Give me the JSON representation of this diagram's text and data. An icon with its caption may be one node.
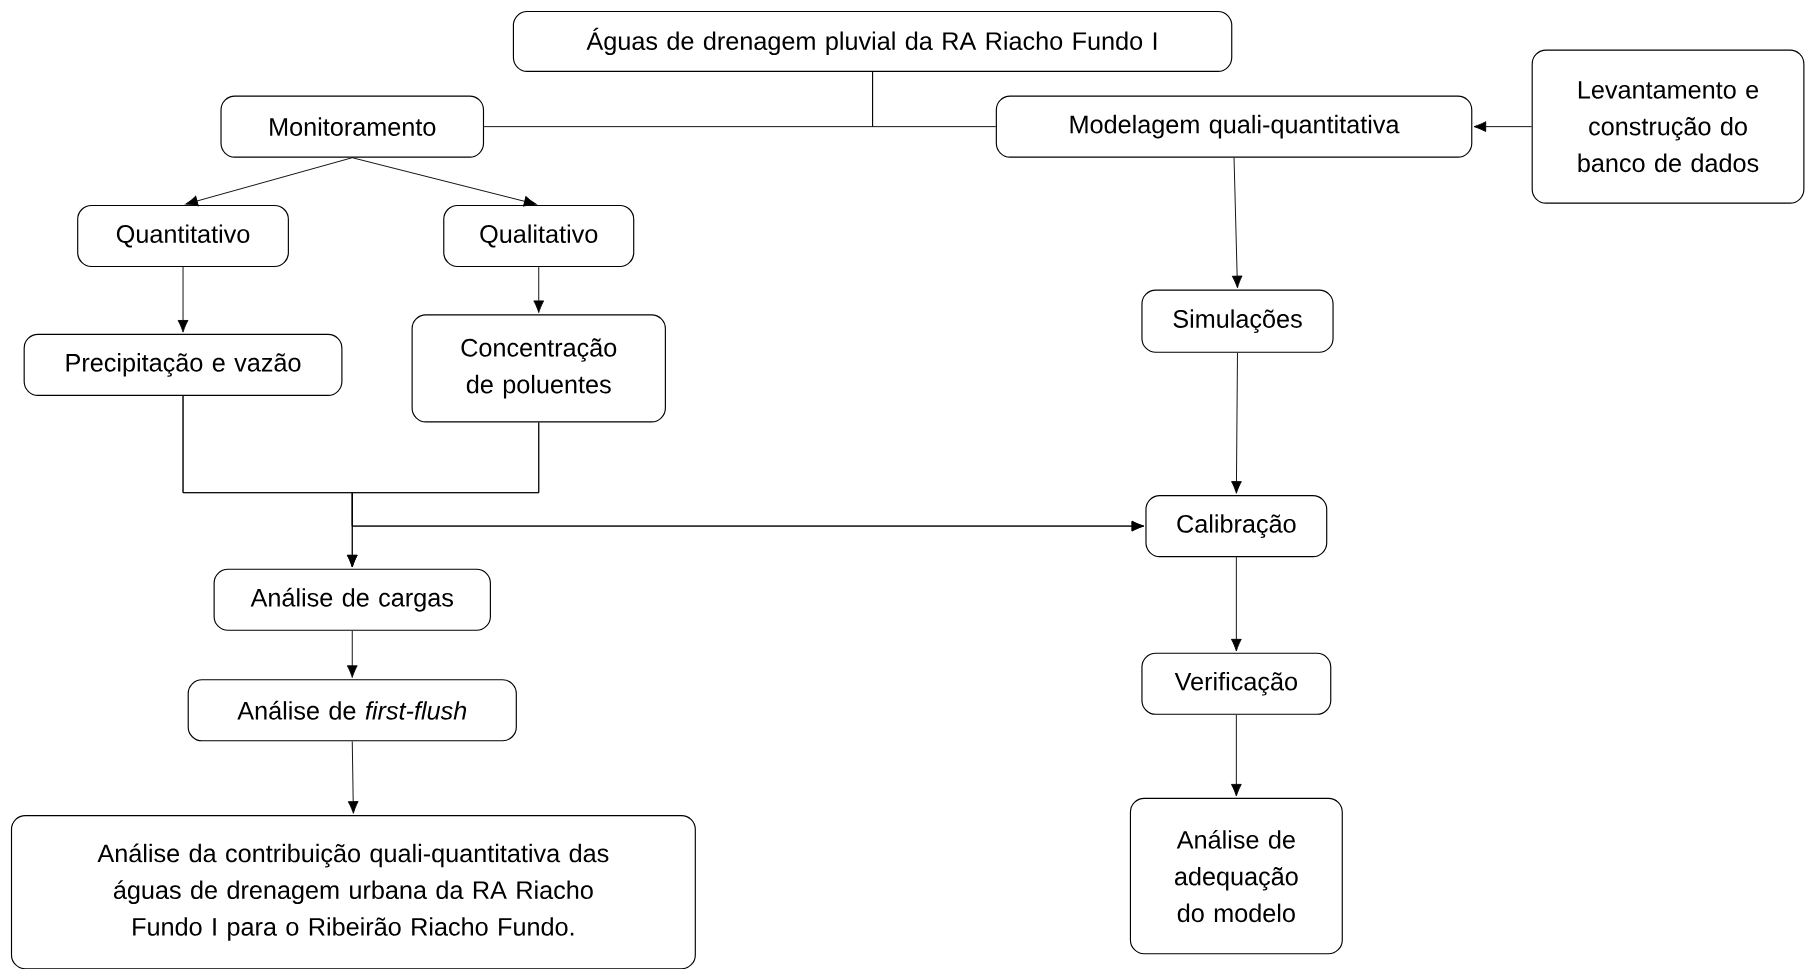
{
  "diagram": {
    "nodes": [
      {
        "text": [
          "Águas de drenagem pluvial da RA Riacho Fundo I"
        ]
      },
      {
        "text": [
          "Monitoramento"
        ]
      },
      {
        "text": [
          "Modelagem quali-quantitativa"
        ]
      },
      {
        "text": [
          "Levantamento e construção do banco de dados"
        ]
      },
      {
        "text": [
          "Quantitativo"
        ]
      },
      {
        "text": [
          "Qualitativo"
        ]
      },
      {
        "text": [
          "Precipitação e vazão"
        ]
      },
      {
        "text": [
          "Concentração de poluentes"
        ]
      },
      {
        "text": [
          "Simulações"
        ]
      },
      {
        "text": [
          "Calibração"
        ]
      },
      {
        "text": [
          "Análise de cargas"
        ]
      },
      {
        "text": [
          "Análise de *first-flush*"
        ]
      },
      {
        "text": [
          "Análise da contribuição quali-quantitativa das águas de drenagem urbana da RA Riacho Fundo I para o Ribeirão Riacho Fundo."
        ]
      },
      {
        "text": [
          "Verificação"
        ]
      },
      {
        "text": [
          "Análise de adequação do modelo"
        ]
      }
    ],
    "edges": [
      {
        "from": 0,
        "to": 1,
        "arrow": "none"
      },
      {
        "from": 0,
        "to": 2,
        "arrow": "none"
      },
      {
        "from": 3,
        "to": 2,
        "arrow": "to"
      },
      {
        "from": 1,
        "to": 4,
        "arrow": "to"
      },
      {
        "from": 1,
        "to": 5,
        "arrow": "to"
      },
      {
        "from": 4,
        "to": 6,
        "arrow": "to"
      },
      {
        "from": 5,
        "to": 7,
        "arrow": "to"
      },
      {
        "from": 2,
        "to": 8,
        "arrow": "to"
      },
      {
        "from": 6,
        "to": 10,
        "arrow": "to"
      },
      {
        "from": 7,
        "to": 10,
        "arrow": "to"
      },
      {
        "from": 6,
        "to": 9,
        "arrow": "to"
      },
      {
        "from": 7,
        "to": 9,
        "arrow": "to"
      },
      {
        "from": 8,
        "to": 9,
        "arrow": "to"
      },
      {
        "from": 10,
        "to": 11,
        "arrow": "to"
      },
      {
        "from": 11,
        "to": 12,
        "arrow": "to"
      },
      {
        "from": 9,
        "to": 13,
        "arrow": "to"
      },
      {
        "from": 13,
        "to": 14,
        "arrow": "to"
      }
    ]
  }
}
